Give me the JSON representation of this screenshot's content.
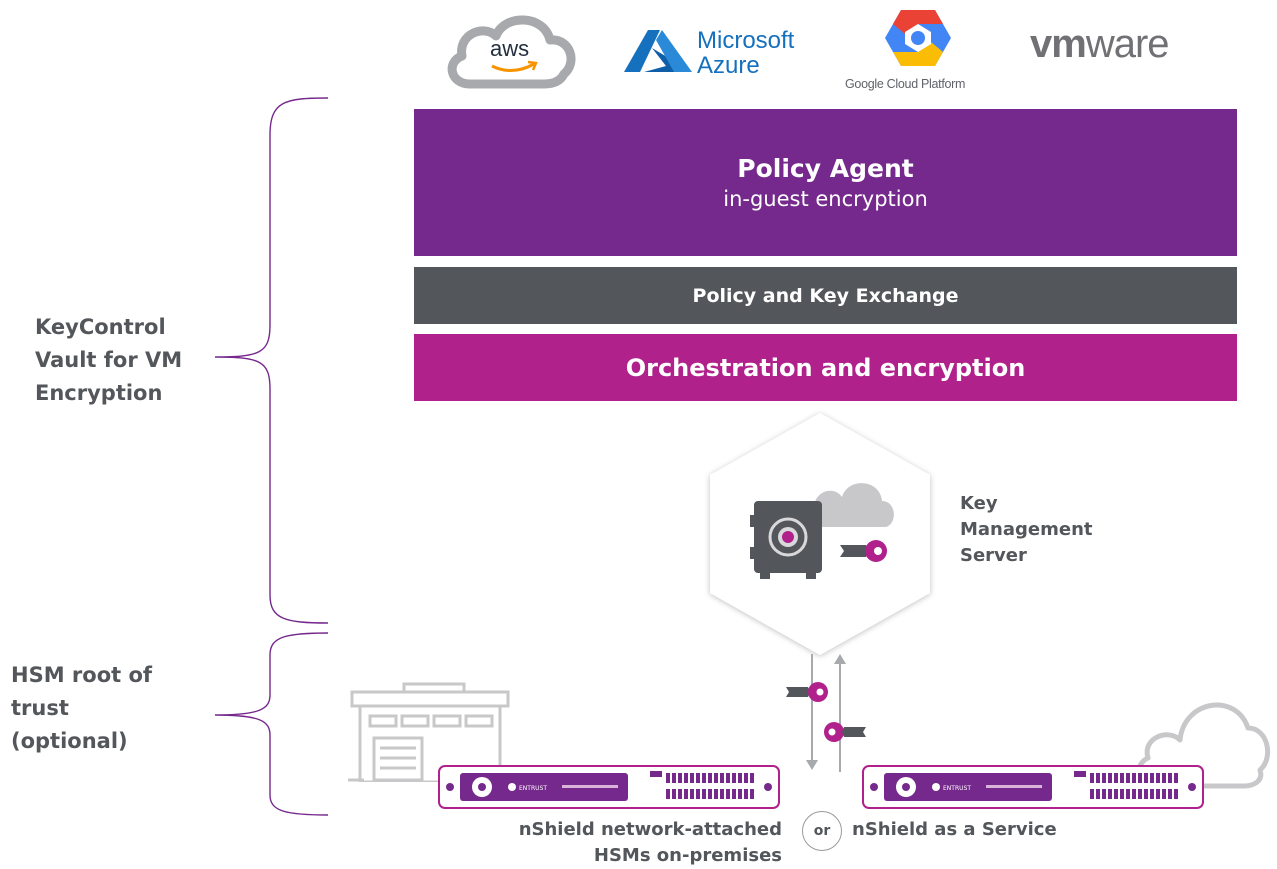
{
  "logos": {
    "aws": "aws",
    "azure_line1": "Microsoft",
    "azure_line2": "Azure",
    "gcp": "Google Cloud Platform",
    "vmware_bold": "vm",
    "vmware_rest": "ware"
  },
  "bands": {
    "agent_title": "Policy Agent",
    "agent_subtitle": "in-guest encryption",
    "exchange": "Policy and Key Exchange",
    "orchestration": "Orchestration and encryption"
  },
  "side_labels": {
    "keycontrol": [
      "KeyControl",
      "Vault for VM",
      "Encryption"
    ],
    "hsm": [
      "HSM root of",
      "trust",
      "(optional)"
    ]
  },
  "kms_label": [
    "Key",
    "Management",
    "Server"
  ],
  "hsm_device": {
    "brand": "ENTRUST"
  },
  "captions": {
    "left": [
      "nShield network-attached",
      "HSMs on-premises"
    ],
    "or": "or",
    "right": "nShield as a Service"
  },
  "colors": {
    "purple": "#76298d",
    "magenta": "#b0218b",
    "slate": "#53565a",
    "gray_line": "#a7a9ac"
  }
}
